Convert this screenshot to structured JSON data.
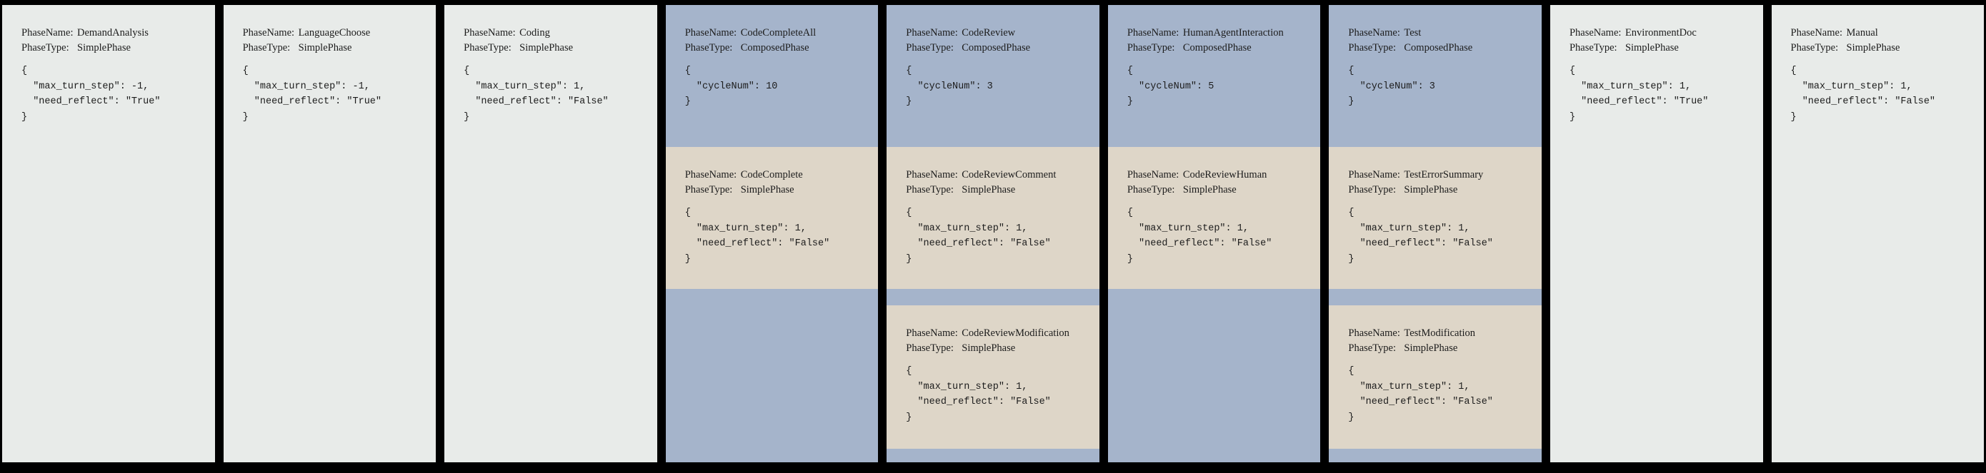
{
  "figure": {
    "description": "Phase configuration pipeline diagram with nine phase panels",
    "field_labels": {
      "phase_name": "PhaseName:",
      "phase_type": "PhaseType:"
    },
    "colors": {
      "background": "#000000",
      "simple_phase_bg": "#e8ebe9",
      "composed_phase_bg": "#a5b4cb",
      "nested_phase_bg": "#ded6c8",
      "text": "#1c1c1c"
    }
  },
  "phases": [
    {
      "name": "DemandAnalysis",
      "type": "SimplePhase",
      "config": "{\n  \"max_turn_step\": -1,\n  \"need_reflect\": \"True\"\n}"
    },
    {
      "name": "LanguageChoose",
      "type": "SimplePhase",
      "config": "{\n  \"max_turn_step\": -1,\n  \"need_reflect\": \"True\"\n}"
    },
    {
      "name": "Coding",
      "type": "SimplePhase",
      "config": "{\n  \"max_turn_step\": 1,\n  \"need_reflect\": \"False\"\n}"
    },
    {
      "name": "CodeCompleteAll",
      "type": "ComposedPhase",
      "config": "{\n  \"cycleNum\": 10\n}",
      "children": [
        {
          "name": "CodeComplete",
          "type": "SimplePhase",
          "config": "{\n  \"max_turn_step\": 1,\n  \"need_reflect\": \"False\"\n}"
        }
      ]
    },
    {
      "name": "CodeReview",
      "type": "ComposedPhase",
      "config": "{\n  \"cycleNum\": 3\n}",
      "children": [
        {
          "name": "CodeReviewComment",
          "type": "SimplePhase",
          "config": "{\n  \"max_turn_step\": 1,\n  \"need_reflect\": \"False\"\n}"
        },
        {
          "name": "CodeReviewModification",
          "type": "SimplePhase",
          "config": "{\n  \"max_turn_step\": 1,\n  \"need_reflect\": \"False\"\n}"
        }
      ]
    },
    {
      "name": "HumanAgentInteraction",
      "type": "ComposedPhase",
      "config": "{\n  \"cycleNum\": 5\n}",
      "children": [
        {
          "name": "CodeReviewHuman",
          "type": "SimplePhase",
          "config": "{\n  \"max_turn_step\": 1,\n  \"need_reflect\": \"False\"\n}"
        }
      ]
    },
    {
      "name": "Test",
      "type": "ComposedPhase",
      "config": "{\n  \"cycleNum\": 3\n}",
      "children": [
        {
          "name": "TestErrorSummary",
          "type": "SimplePhase",
          "config": "{\n  \"max_turn_step\": 1,\n  \"need_reflect\": \"False\"\n}"
        },
        {
          "name": "TestModification",
          "type": "SimplePhase",
          "config": "{\n  \"max_turn_step\": 1,\n  \"need_reflect\": \"False\"\n}"
        }
      ]
    },
    {
      "name": "EnvironmentDoc",
      "type": "SimplePhase",
      "config": "{\n  \"max_turn_step\": 1,\n  \"need_reflect\": \"True\"\n}"
    },
    {
      "name": "Manual",
      "type": "SimplePhase",
      "config": "{\n  \"max_turn_step\": 1,\n  \"need_reflect\": \"False\"\n}"
    }
  ]
}
